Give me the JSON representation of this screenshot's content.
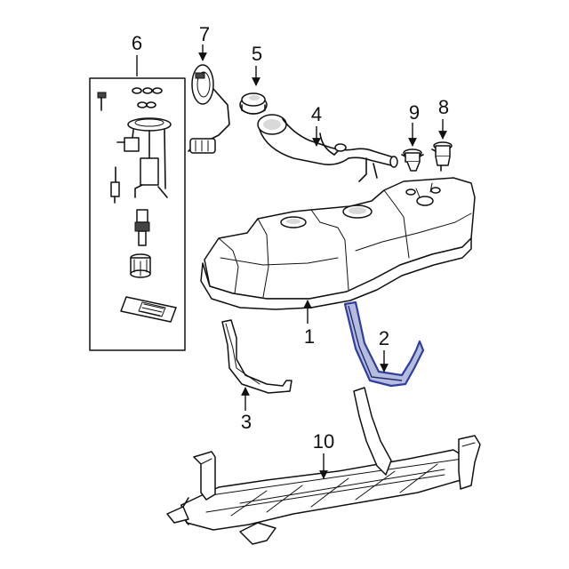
{
  "accent_color": "#2f3f9e",
  "callouts": [
    {
      "id": "1",
      "label": "1"
    },
    {
      "id": "2",
      "label": "2"
    },
    {
      "id": "3",
      "label": "3"
    },
    {
      "id": "4",
      "label": "4"
    },
    {
      "id": "5",
      "label": "5"
    },
    {
      "id": "6",
      "label": "6"
    },
    {
      "id": "7",
      "label": "7"
    },
    {
      "id": "8",
      "label": "8"
    },
    {
      "id": "9",
      "label": "9"
    },
    {
      "id": "10",
      "label": "10"
    }
  ]
}
